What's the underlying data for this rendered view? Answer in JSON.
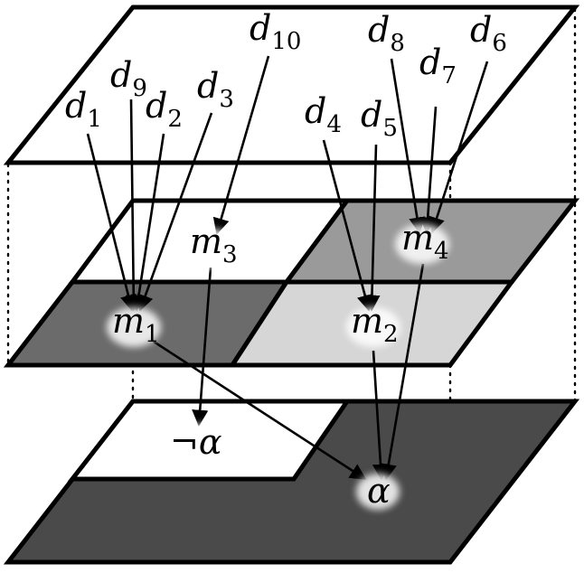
{
  "diagram": {
    "colors": {
      "outline": "#000000",
      "top_plane": "#ffffff",
      "white_region": "#ffffff",
      "m1_region": "#6b6b6b",
      "m2_region": "#d6d6d6",
      "m4_region": "#9a9a9a",
      "bottom_dark": "#4a4a4a"
    },
    "top_labels": [
      {
        "base": "d",
        "sub": "1"
      },
      {
        "base": "d",
        "sub": "9"
      },
      {
        "base": "d",
        "sub": "2"
      },
      {
        "base": "d",
        "sub": "3"
      },
      {
        "base": "d",
        "sub": "10"
      },
      {
        "base": "d",
        "sub": "4"
      },
      {
        "base": "d",
        "sub": "5"
      },
      {
        "base": "d",
        "sub": "8"
      },
      {
        "base": "d",
        "sub": "7"
      },
      {
        "base": "d",
        "sub": "6"
      }
    ],
    "middle_labels": [
      {
        "base": "m",
        "sub": "3"
      },
      {
        "base": "m",
        "sub": "4"
      },
      {
        "base": "m",
        "sub": "1"
      },
      {
        "base": "m",
        "sub": "2"
      }
    ],
    "bottom_labels": [
      {
        "text": "¬α"
      },
      {
        "text": "α"
      }
    ]
  }
}
